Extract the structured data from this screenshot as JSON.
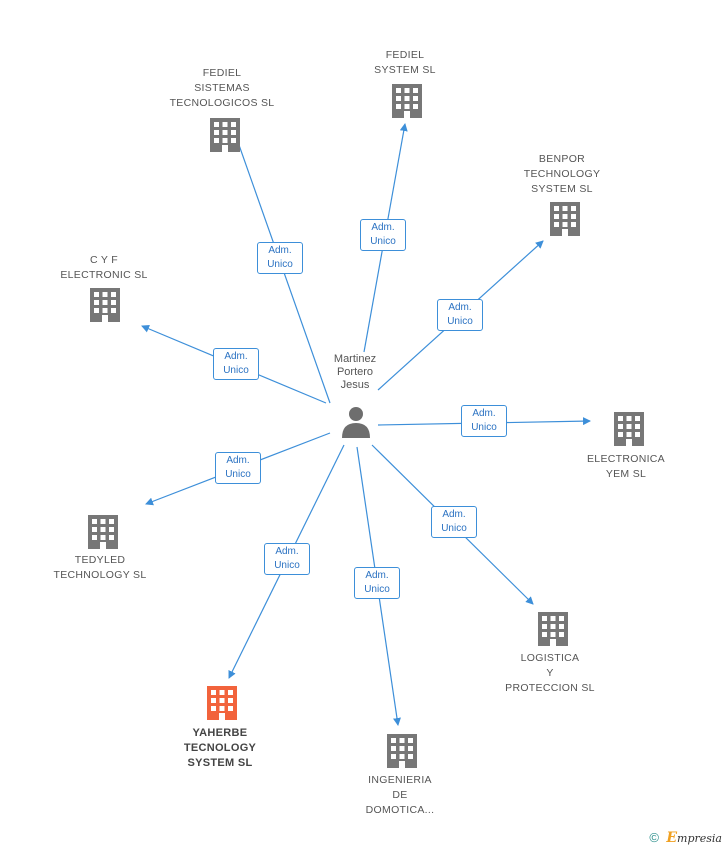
{
  "person": {
    "name_lines": [
      "Martinez",
      "Portero",
      "Jesus"
    ],
    "icon": "person-icon",
    "color": "#6e6e6e"
  },
  "colors": {
    "edge": "#3d8fd9",
    "building": "#777777",
    "highlight": "#f2633c"
  },
  "companies": [
    {
      "id": "fediel-sistemas",
      "lines": [
        "FEDIEL",
        "SISTEMAS",
        "TECNOLOGICOS SL"
      ],
      "highlight": false,
      "edge_label": [
        "Adm.",
        "Unico"
      ]
    },
    {
      "id": "fediel-system",
      "lines": [
        "FEDIEL",
        "SYSTEM SL"
      ],
      "highlight": false,
      "edge_label": [
        "Adm.",
        "Unico"
      ]
    },
    {
      "id": "benpor",
      "lines": [
        "BENPOR",
        "TECHNOLOGY",
        "SYSTEM SL"
      ],
      "highlight": false,
      "edge_label": [
        "Adm.",
        "Unico"
      ]
    },
    {
      "id": "cyf",
      "lines": [
        "C Y F",
        "ELECTRONIC SL"
      ],
      "highlight": false,
      "edge_label": [
        "Adm.",
        "Unico"
      ]
    },
    {
      "id": "electronica-yem",
      "lines": [
        "ELECTRONICA",
        "YEM SL"
      ],
      "highlight": false,
      "edge_label": [
        "Adm.",
        "Unico"
      ]
    },
    {
      "id": "tedyled",
      "lines": [
        "TEDYLED",
        "TECHNOLOGY SL"
      ],
      "highlight": false,
      "edge_label": [
        "Adm.",
        "Unico"
      ]
    },
    {
      "id": "logistica",
      "lines": [
        "LOGISTICA",
        "Y",
        "PROTECCION SL"
      ],
      "highlight": false,
      "edge_label": [
        "Adm.",
        "Unico"
      ]
    },
    {
      "id": "yaherbe",
      "lines": [
        "YAHERBE",
        "TECNOLOGY",
        "SYSTEM SL"
      ],
      "highlight": true,
      "edge_label": [
        "Adm.",
        "Unico"
      ]
    },
    {
      "id": "ingenieria",
      "lines": [
        "INGENIERIA",
        "DE",
        "DOMOTICA..."
      ],
      "highlight": false,
      "edge_label": [
        "Adm.",
        "Unico"
      ]
    }
  ],
  "footer": {
    "copyright_symbol": "©",
    "brand_initial": "E",
    "brand_rest": "mpresia"
  }
}
